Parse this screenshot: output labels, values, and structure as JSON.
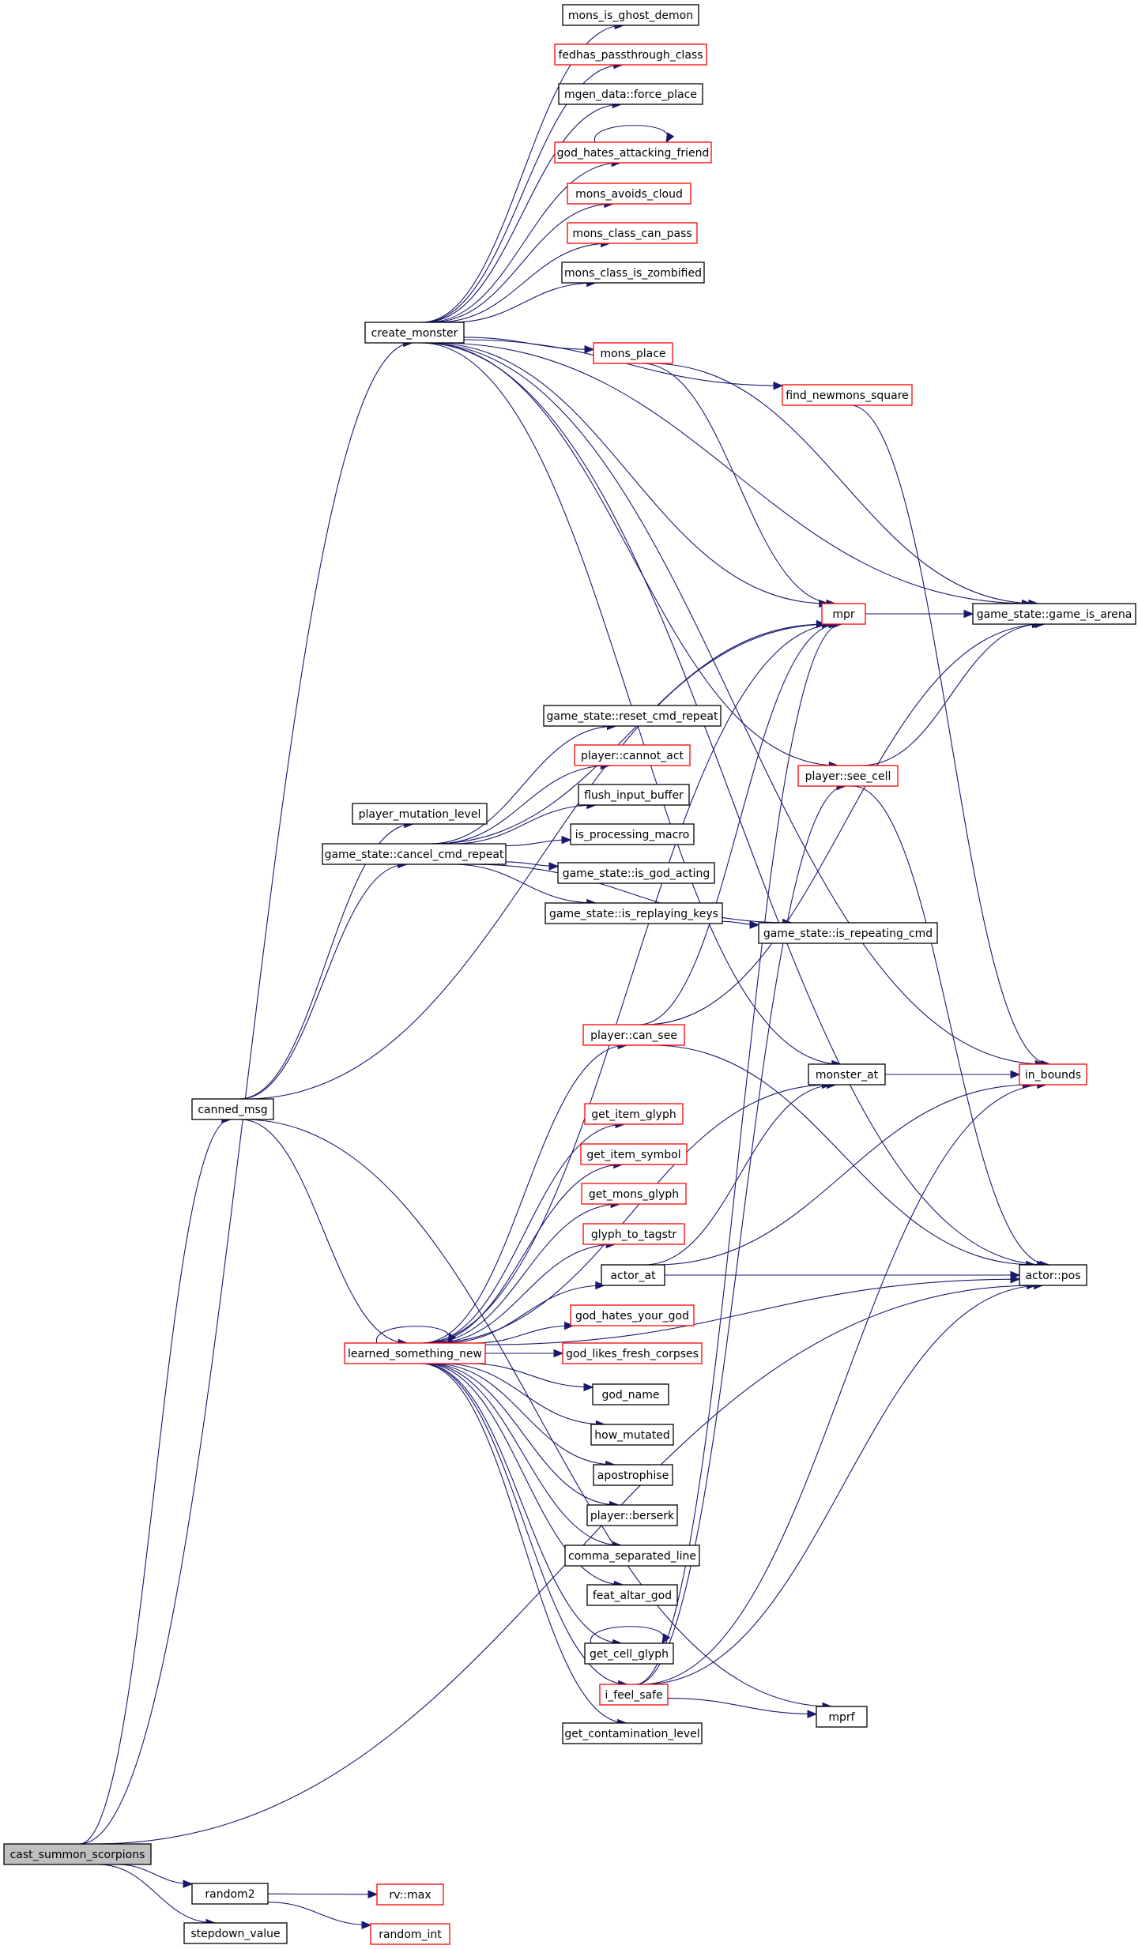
{
  "colors": {
    "edge": "#191970",
    "border_default": "#000000",
    "border_truncated": "#ff0000",
    "fill_default": "#ffffff",
    "fill_root": "#bfbfbf"
  },
  "nodes": [
    {
      "id": "cast_summon_scorpions",
      "label": "cast_summon_scorpions",
      "style": "root"
    },
    {
      "id": "create_monster",
      "label": "create_monster",
      "style": "black"
    },
    {
      "id": "canned_msg",
      "label": "canned_msg",
      "style": "black"
    },
    {
      "id": "random2",
      "label": "random2",
      "style": "black"
    },
    {
      "id": "stepdown_value",
      "label": "stepdown_value",
      "style": "black"
    },
    {
      "id": "mons_is_ghost_demon",
      "label": "mons_is_ghost_demon",
      "style": "black"
    },
    {
      "id": "fedhas_passthrough_class",
      "label": "fedhas_passthrough_class",
      "style": "red"
    },
    {
      "id": "mgen_data_force_place",
      "label": "mgen_data::force_place",
      "style": "black"
    },
    {
      "id": "god_hates_attacking_friend",
      "label": "god_hates_attacking_friend",
      "style": "red"
    },
    {
      "id": "mons_avoids_cloud",
      "label": "mons_avoids_cloud",
      "style": "red"
    },
    {
      "id": "mons_class_can_pass",
      "label": "mons_class_can_pass",
      "style": "red"
    },
    {
      "id": "mons_class_is_zombified",
      "label": "mons_class_is_zombified",
      "style": "black"
    },
    {
      "id": "mons_place",
      "label": "mons_place",
      "style": "red"
    },
    {
      "id": "find_newmons_square",
      "label": "find_newmons_square",
      "style": "red"
    },
    {
      "id": "mpr",
      "label": "mpr",
      "style": "red"
    },
    {
      "id": "game_state_game_is_arena",
      "label": "game_state::game_is_arena",
      "style": "black"
    },
    {
      "id": "game_state_reset_cmd_repeat",
      "label": "game_state::reset_cmd_repeat",
      "style": "black"
    },
    {
      "id": "player_cannot_act",
      "label": "player::cannot_act",
      "style": "red"
    },
    {
      "id": "flush_input_buffer",
      "label": "flush_input_buffer",
      "style": "black"
    },
    {
      "id": "is_processing_macro",
      "label": "is_processing_macro",
      "style": "black"
    },
    {
      "id": "game_state_is_god_acting",
      "label": "game_state::is_god_acting",
      "style": "black"
    },
    {
      "id": "game_state_is_replaying_keys",
      "label": "game_state::is_replaying_keys",
      "style": "black"
    },
    {
      "id": "player_see_cell",
      "label": "player::see_cell",
      "style": "red"
    },
    {
      "id": "player_mutation_level",
      "label": "player_mutation_level",
      "style": "black"
    },
    {
      "id": "game_state_cancel_cmd_repeat",
      "label": "game_state::cancel_cmd_repeat",
      "style": "black"
    },
    {
      "id": "game_state_is_repeating_cmd",
      "label": "game_state::is_repeating_cmd",
      "style": "black"
    },
    {
      "id": "player_can_see",
      "label": "player::can_see",
      "style": "red"
    },
    {
      "id": "monster_at",
      "label": "monster_at",
      "style": "black"
    },
    {
      "id": "in_bounds",
      "label": "in_bounds",
      "style": "red"
    },
    {
      "id": "get_item_glyph",
      "label": "get_item_glyph",
      "style": "red"
    },
    {
      "id": "get_item_symbol",
      "label": "get_item_symbol",
      "style": "red"
    },
    {
      "id": "get_mons_glyph",
      "label": "get_mons_glyph",
      "style": "red"
    },
    {
      "id": "glyph_to_tagstr",
      "label": "glyph_to_tagstr",
      "style": "red"
    },
    {
      "id": "actor_at",
      "label": "actor_at",
      "style": "black"
    },
    {
      "id": "actor_pos",
      "label": "actor::pos",
      "style": "black"
    },
    {
      "id": "god_hates_your_god",
      "label": "god_hates_your_god",
      "style": "red"
    },
    {
      "id": "learned_something_new",
      "label": "learned_something_new",
      "style": "red"
    },
    {
      "id": "god_likes_fresh_corpses",
      "label": "god_likes_fresh_corpses",
      "style": "red"
    },
    {
      "id": "god_name",
      "label": "god_name",
      "style": "black"
    },
    {
      "id": "how_mutated",
      "label": "how_mutated",
      "style": "black"
    },
    {
      "id": "apostrophise",
      "label": "apostrophise",
      "style": "black"
    },
    {
      "id": "player_berserk",
      "label": "player::berserk",
      "style": "black"
    },
    {
      "id": "comma_separated_line",
      "label": "comma_separated_line",
      "style": "black"
    },
    {
      "id": "feat_altar_god",
      "label": "feat_altar_god",
      "style": "black"
    },
    {
      "id": "get_cell_glyph",
      "label": "get_cell_glyph",
      "style": "black"
    },
    {
      "id": "i_feel_safe",
      "label": "i_feel_safe",
      "style": "red"
    },
    {
      "id": "mprf",
      "label": "mprf",
      "style": "black"
    },
    {
      "id": "get_contamination_level",
      "label": "get_contamination_level",
      "style": "black"
    },
    {
      "id": "rv_max",
      "label": "rv::max",
      "style": "red"
    },
    {
      "id": "random_int",
      "label": "random_int",
      "style": "red"
    }
  ],
  "edges": [
    [
      "cast_summon_scorpions",
      "create_monster"
    ],
    [
      "cast_summon_scorpions",
      "canned_msg"
    ],
    [
      "cast_summon_scorpions",
      "actor_pos"
    ],
    [
      "cast_summon_scorpions",
      "random2"
    ],
    [
      "cast_summon_scorpions",
      "stepdown_value"
    ],
    [
      "create_monster",
      "mons_is_ghost_demon"
    ],
    [
      "create_monster",
      "fedhas_passthrough_class"
    ],
    [
      "create_monster",
      "mgen_data_force_place"
    ],
    [
      "create_monster",
      "god_hates_attacking_friend"
    ],
    [
      "create_monster",
      "mons_avoids_cloud"
    ],
    [
      "create_monster",
      "mons_class_can_pass"
    ],
    [
      "create_monster",
      "mons_class_is_zombified"
    ],
    [
      "create_monster",
      "mons_place"
    ],
    [
      "create_monster",
      "find_newmons_square"
    ],
    [
      "create_monster",
      "game_state_game_is_arena"
    ],
    [
      "create_monster",
      "in_bounds"
    ],
    [
      "create_monster",
      "actor_pos"
    ],
    [
      "create_monster",
      "mpr"
    ],
    [
      "create_monster",
      "player_see_cell"
    ],
    [
      "create_monster",
      "monster_at"
    ],
    [
      "god_hates_attacking_friend",
      "god_hates_attacking_friend"
    ],
    [
      "mons_place",
      "game_state_game_is_arena"
    ],
    [
      "mons_place",
      "mpr"
    ],
    [
      "find_newmons_square",
      "in_bounds"
    ],
    [
      "mpr",
      "game_state_game_is_arena"
    ],
    [
      "canned_msg",
      "mpr"
    ],
    [
      "canned_msg",
      "player_mutation_level"
    ],
    [
      "canned_msg",
      "game_state_cancel_cmd_repeat"
    ],
    [
      "canned_msg",
      "learned_something_new"
    ],
    [
      "canned_msg",
      "mprf"
    ],
    [
      "game_state_cancel_cmd_repeat",
      "game_state_reset_cmd_repeat"
    ],
    [
      "game_state_cancel_cmd_repeat",
      "player_cannot_act"
    ],
    [
      "game_state_cancel_cmd_repeat",
      "flush_input_buffer"
    ],
    [
      "game_state_cancel_cmd_repeat",
      "is_processing_macro"
    ],
    [
      "game_state_cancel_cmd_repeat",
      "game_state_is_god_acting"
    ],
    [
      "game_state_cancel_cmd_repeat",
      "game_state_is_replaying_keys"
    ],
    [
      "game_state_cancel_cmd_repeat",
      "game_state_is_repeating_cmd"
    ],
    [
      "game_state_cancel_cmd_repeat",
      "mpr"
    ],
    [
      "game_state_is_replaying_keys",
      "game_state_is_repeating_cmd"
    ],
    [
      "player_see_cell",
      "game_state_game_is_arena"
    ],
    [
      "player_see_cell",
      "actor_pos"
    ],
    [
      "player_can_see",
      "mpr"
    ],
    [
      "player_can_see",
      "game_state_game_is_arena"
    ],
    [
      "player_can_see",
      "actor_pos"
    ],
    [
      "monster_at",
      "in_bounds"
    ],
    [
      "actor_at",
      "monster_at"
    ],
    [
      "actor_at",
      "in_bounds"
    ],
    [
      "actor_at",
      "actor_pos"
    ],
    [
      "learned_something_new",
      "player_can_see"
    ],
    [
      "learned_something_new",
      "monster_at"
    ],
    [
      "learned_something_new",
      "get_item_glyph"
    ],
    [
      "learned_something_new",
      "get_item_symbol"
    ],
    [
      "learned_something_new",
      "get_mons_glyph"
    ],
    [
      "learned_something_new",
      "glyph_to_tagstr"
    ],
    [
      "learned_something_new",
      "actor_at"
    ],
    [
      "learned_something_new",
      "god_hates_your_god"
    ],
    [
      "learned_something_new",
      "god_likes_fresh_corpses"
    ],
    [
      "learned_something_new",
      "god_name"
    ],
    [
      "learned_something_new",
      "how_mutated"
    ],
    [
      "learned_something_new",
      "apostrophise"
    ],
    [
      "learned_something_new",
      "player_berserk"
    ],
    [
      "learned_something_new",
      "comma_separated_line"
    ],
    [
      "learned_something_new",
      "feat_altar_god"
    ],
    [
      "learned_something_new",
      "get_cell_glyph"
    ],
    [
      "learned_something_new",
      "i_feel_safe"
    ],
    [
      "learned_something_new",
      "get_contamination_level"
    ],
    [
      "learned_something_new",
      "mpr"
    ],
    [
      "learned_something_new",
      "actor_pos"
    ],
    [
      "learned_something_new",
      "learned_something_new"
    ],
    [
      "get_cell_glyph",
      "get_cell_glyph"
    ],
    [
      "i_feel_safe",
      "mpr"
    ],
    [
      "i_feel_safe",
      "mprf"
    ],
    [
      "i_feel_safe",
      "in_bounds"
    ],
    [
      "i_feel_safe",
      "actor_pos"
    ],
    [
      "i_feel_safe",
      "player_see_cell"
    ],
    [
      "random2",
      "rv_max"
    ],
    [
      "random2",
      "random_int"
    ]
  ]
}
